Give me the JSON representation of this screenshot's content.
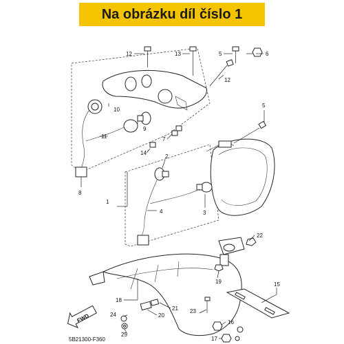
{
  "banner": {
    "text": "Na obrázku díl číslo 1"
  },
  "diagram": {
    "drawing_code": "5B21300-F360",
    "fwd_label": "FWD",
    "callouts": [
      "1",
      "2",
      "3",
      "4",
      "5",
      "5",
      "6",
      "7",
      "8",
      "9",
      "10",
      "11",
      "12",
      "12",
      "13",
      "14",
      "15",
      "16",
      "17",
      "18",
      "19",
      "20",
      "21",
      "22",
      "23",
      "24",
      "25"
    ]
  }
}
